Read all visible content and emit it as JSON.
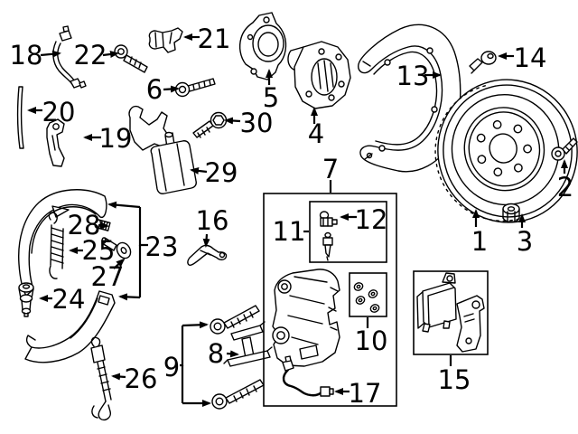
{
  "diagram": {
    "background_color": "#ffffff",
    "line_color": "#000000",
    "label_color": "#000000",
    "callouts": [
      {
        "label": "1"
      },
      {
        "label": "2"
      },
      {
        "label": "3"
      },
      {
        "label": "4"
      },
      {
        "label": "5"
      },
      {
        "label": "6"
      },
      {
        "label": "7"
      },
      {
        "label": "8"
      },
      {
        "label": "9"
      },
      {
        "label": "10"
      },
      {
        "label": "11"
      },
      {
        "label": "12"
      },
      {
        "label": "13"
      },
      {
        "label": "14"
      },
      {
        "label": "15"
      },
      {
        "label": "16"
      },
      {
        "label": "17"
      },
      {
        "label": "18"
      },
      {
        "label": "19"
      },
      {
        "label": "20"
      },
      {
        "label": "21"
      },
      {
        "label": "22"
      },
      {
        "label": "23"
      },
      {
        "label": "24"
      },
      {
        "label": "25"
      },
      {
        "label": "26"
      },
      {
        "label": "27"
      },
      {
        "label": "28"
      },
      {
        "label": "29"
      },
      {
        "label": "30"
      }
    ]
  }
}
